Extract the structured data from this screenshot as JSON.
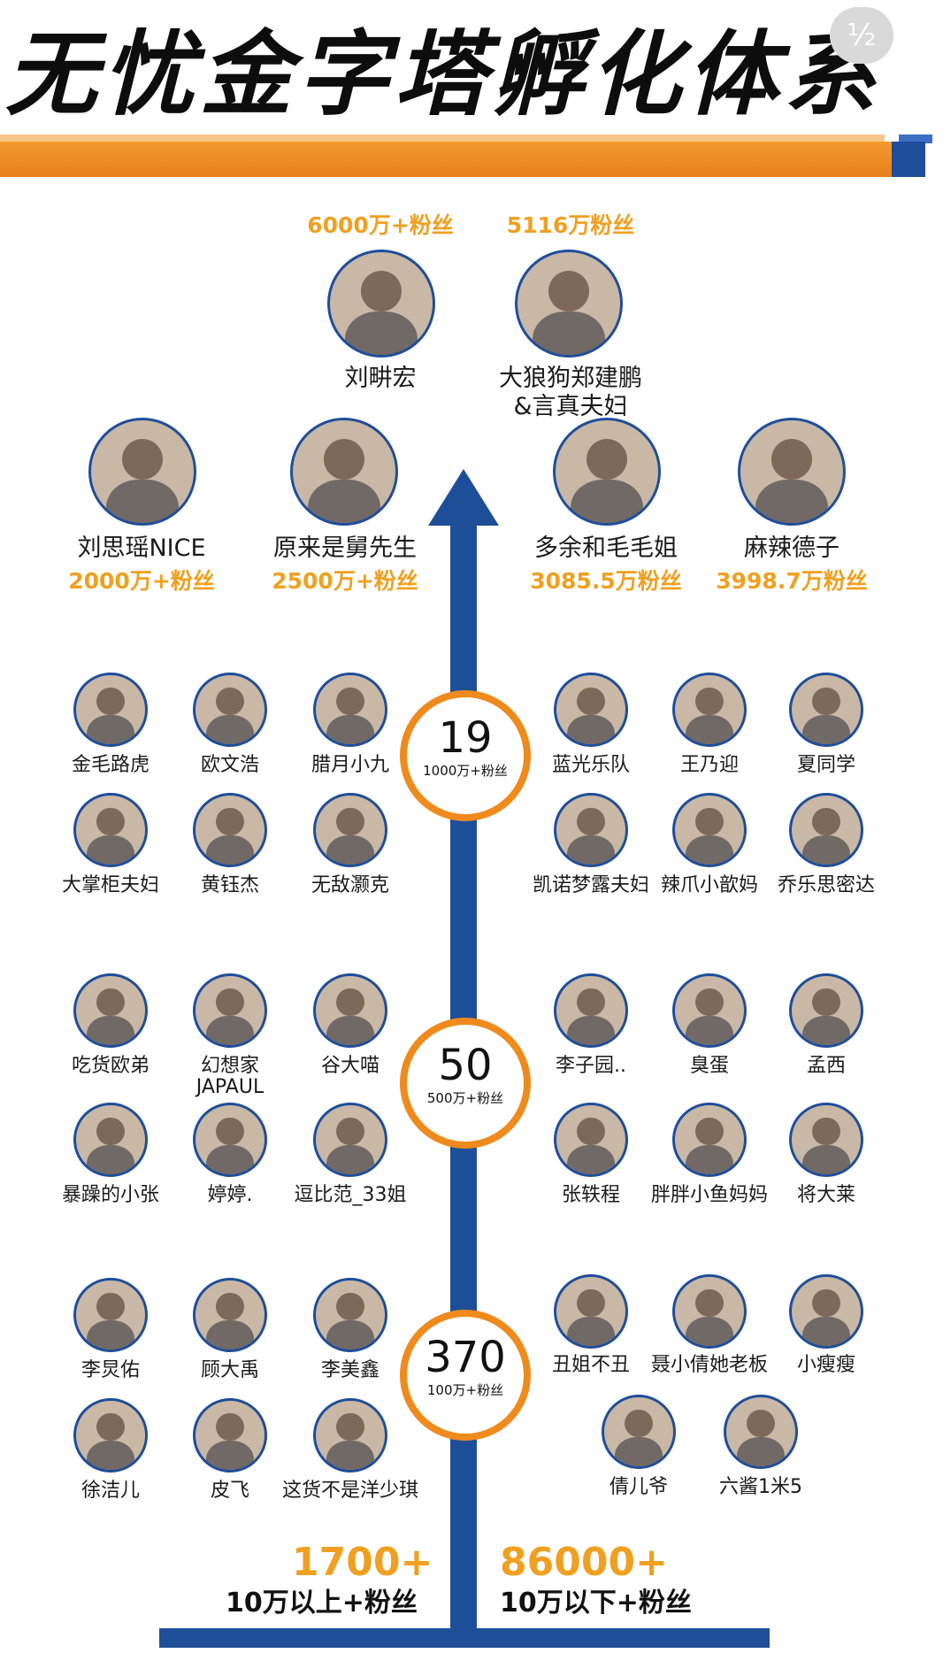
{
  "title": "无忧金字塔孵化体系",
  "corner_badge": "½",
  "top_fans": [
    {
      "fans": "6000万+粉丝"
    },
    {
      "fans": "5116万粉丝"
    }
  ],
  "top_people": [
    {
      "name": "刘畊宏"
    },
    {
      "name": "大狼狗郑建鹏\n&言真夫妇",
      "line1": "大狼狗郑建鹏",
      "line2": "&言真夫妇"
    }
  ],
  "row2": [
    {
      "name": "刘思瑶NICE",
      "fans": "2000万+粉丝"
    },
    {
      "name": "原来是舅先生",
      "fans": "2500万+粉丝"
    },
    {
      "name": "多余和毛毛姐",
      "fans": "3085.5万粉丝"
    },
    {
      "name": "麻辣德子",
      "fans": "3998.7万粉丝"
    }
  ],
  "tier1": {
    "count": "19",
    "label": "1000万+粉丝",
    "left": [
      "金毛路虎",
      "欧文浩",
      "腊月小九",
      "大掌柜夫妇",
      "黄钰杰",
      "无敌灏克"
    ],
    "right": [
      "蓝光乐队",
      "王乃迎",
      "夏同学",
      "凯诺梦露夫妇",
      "辣爪小歆妈",
      "乔乐思密达"
    ]
  },
  "tier2": {
    "count": "50",
    "label": "500万+粉丝",
    "left": [
      "吃货欧弟",
      "幻想家\nJAPAUL",
      "谷大喵",
      "暴躁的小张",
      "婷婷.",
      "逗比范_33姐"
    ],
    "left_line": {
      "a": "幻想家",
      "b": "JAPAUL"
    },
    "right": [
      "李子园..",
      "臭蛋",
      "孟西",
      "张轶程",
      "胖胖小鱼妈妈",
      "将大莱"
    ]
  },
  "tier3": {
    "count": "370",
    "label": "100万+粉丝",
    "left": [
      "李炅佑",
      "顾大禹",
      "李美鑫",
      "徐洁儿",
      "皮飞",
      "这货不是洋少琪"
    ],
    "right": [
      "丑姐不丑",
      "聂小倩她老板",
      "小瘦瘦",
      "倩儿爷",
      "六酱1米5"
    ]
  },
  "bottom": {
    "left_num": "1700+",
    "left_label": "10万以上+粉丝",
    "right_num": "86000+",
    "right_label": "10万以下+粉丝"
  },
  "colors": {
    "accent_orange": "#ef8a1c",
    "axis_blue": "#1f4e99",
    "fans_text": "#f0a020"
  }
}
